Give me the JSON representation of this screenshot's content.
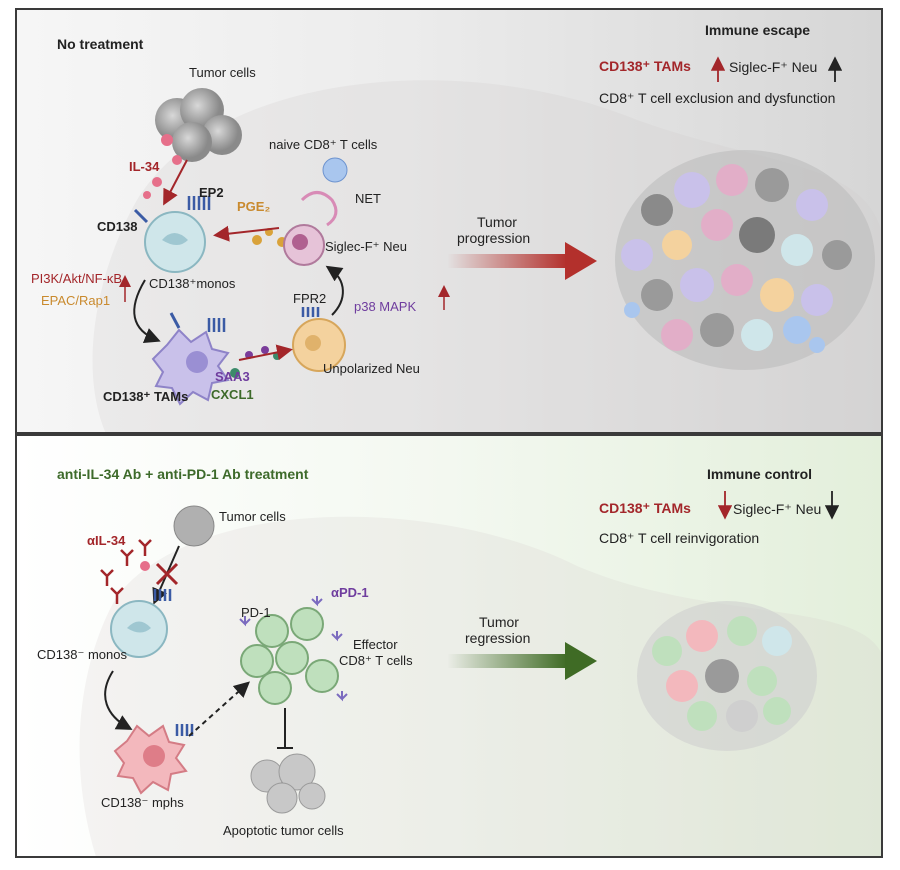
{
  "top_panel": {
    "title": "No treatment",
    "outcome_title": "Immune escape",
    "outcome_cd138_tams": "CD138⁺ TAMs",
    "outcome_siglec": "Siglec-F⁺ Neu",
    "outcome_cd8": "CD8⁺ T cell exclusion and dysfunction",
    "tumor_cells": "Tumor cells",
    "il34": "IL-34",
    "cd138": "CD138",
    "ep2": "EP2",
    "pge2": "PGE₂",
    "naive_cd8": "naive CD8⁺ T cells",
    "net": "NET",
    "siglec_neu": "Siglec-F⁺ Neu",
    "cd138_monos": "CD138⁺monos",
    "pathway1": "PI3K/Akt/NF-κB",
    "pathway2": "EPAC/Rap1",
    "fpr2": "FPR2",
    "p38": "p38 MAPK",
    "cd138_tams": "CD138⁺ TAMs",
    "saa3": "SAA3",
    "cxcl1": "CXCL1",
    "unpolarized_neu": "Unpolarized Neu",
    "progression_line1": "Tumor",
    "progression_line2": "progression"
  },
  "bottom_panel": {
    "title": "anti-IL-34 Ab + anti-PD-1 Ab treatment",
    "outcome_title": "Immune control",
    "outcome_cd138_tams": "CD138⁺ TAMs",
    "outcome_siglec": "Siglec-F⁺ Neu",
    "outcome_cd8": "CD8⁺ T cell reinvigoration",
    "alpha_il34": "αIL-34",
    "tumor_cells": "Tumor cells",
    "cd138_monos": "CD138⁻ monos",
    "cd138_mphs": "CD138⁻ mphs",
    "pd1": "PD-1",
    "alpha_pd1": "αPD-1",
    "effector_line1": "Effector",
    "effector_line2": "CD8⁺ T cells",
    "apoptotic": "Apoptotic tumor cells",
    "regression_line1": "Tumor",
    "regression_line2": "regression"
  },
  "colors": {
    "red_text": "#a3262a",
    "orange_text": "#c98a2e",
    "purple_text": "#6f3d9e",
    "green_text": "#3d6a2a",
    "progression_arrow": "#b3302c",
    "regression_arrow": "#3f6b25"
  }
}
